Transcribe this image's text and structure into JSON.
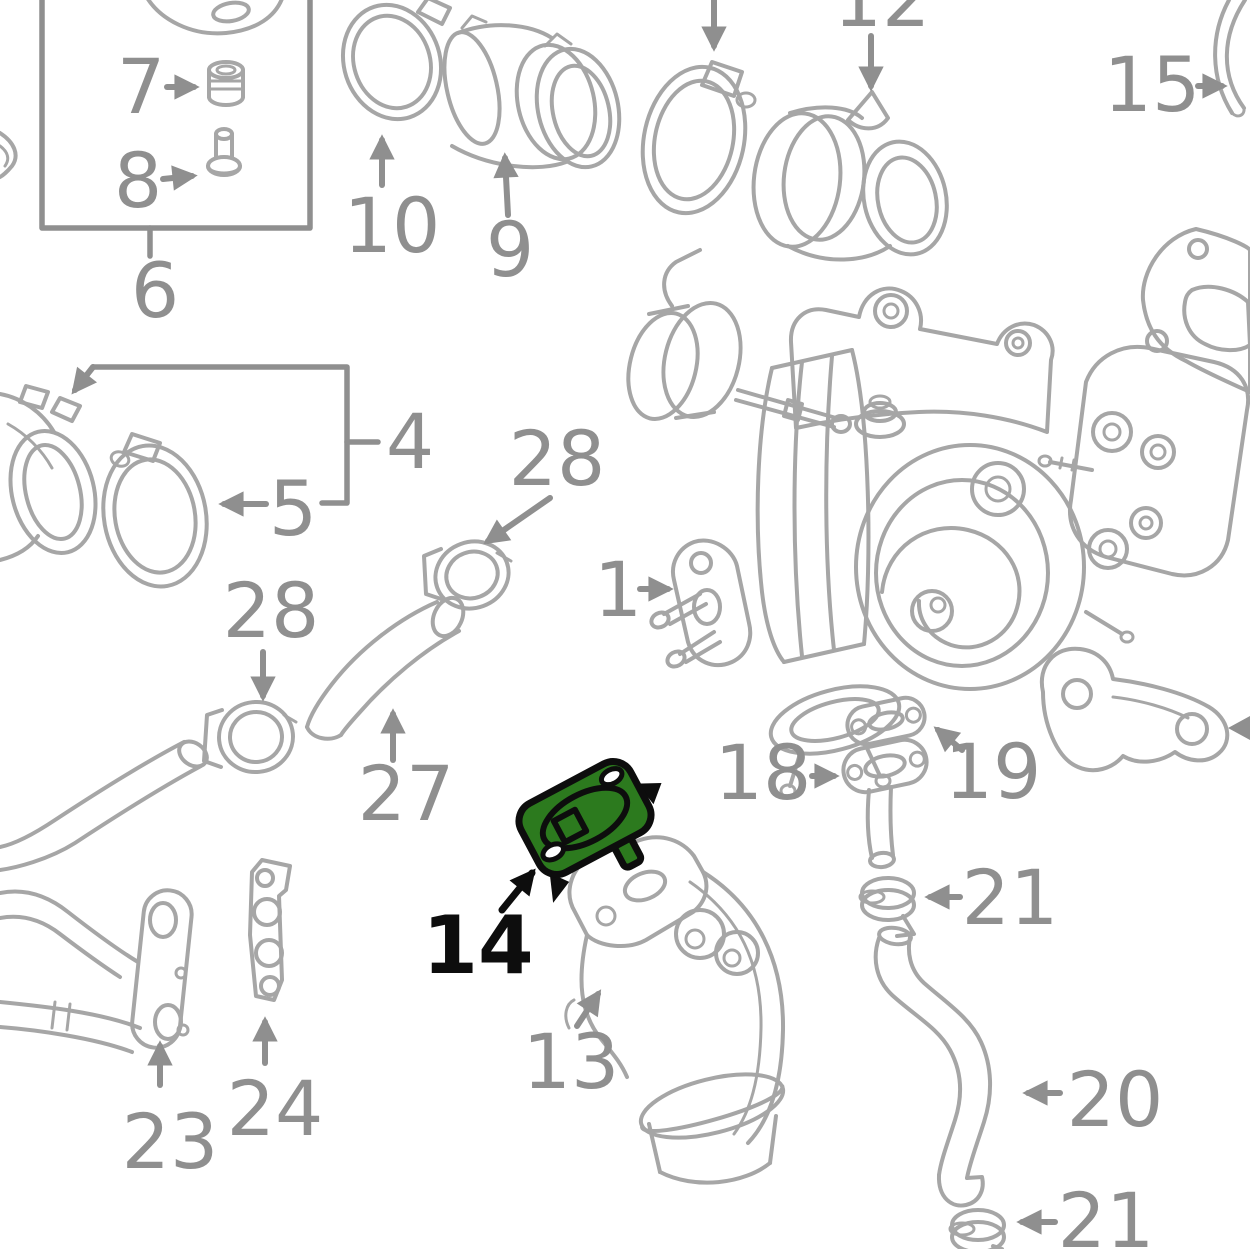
{
  "diagram": {
    "type": "exploded-parts-diagram",
    "subject": "Turbocharger and air intake assembly parts diagram",
    "background_color": "#ffffff",
    "line_color": "#a6a6a6",
    "callout_color": "#8f8f8f",
    "highlight_fill": "#2c7a1e",
    "highlight_outline": "#0d0d0d",
    "highlighted_part_label": "14",
    "callouts": {
      "k1": "1",
      "k4": "4",
      "k5": "5",
      "k6": "6",
      "k7": "7",
      "k8": "8",
      "k9": "9",
      "k10": "10",
      "k12": "12",
      "k13": "13",
      "k14": "14",
      "k15": "15",
      "k18": "18",
      "k19": "19",
      "k20": "20",
      "k21a": "21",
      "k21b": "21",
      "k23": "23",
      "k24": "24",
      "k27": "27",
      "k28a": "28",
      "k28b": "28"
    }
  }
}
